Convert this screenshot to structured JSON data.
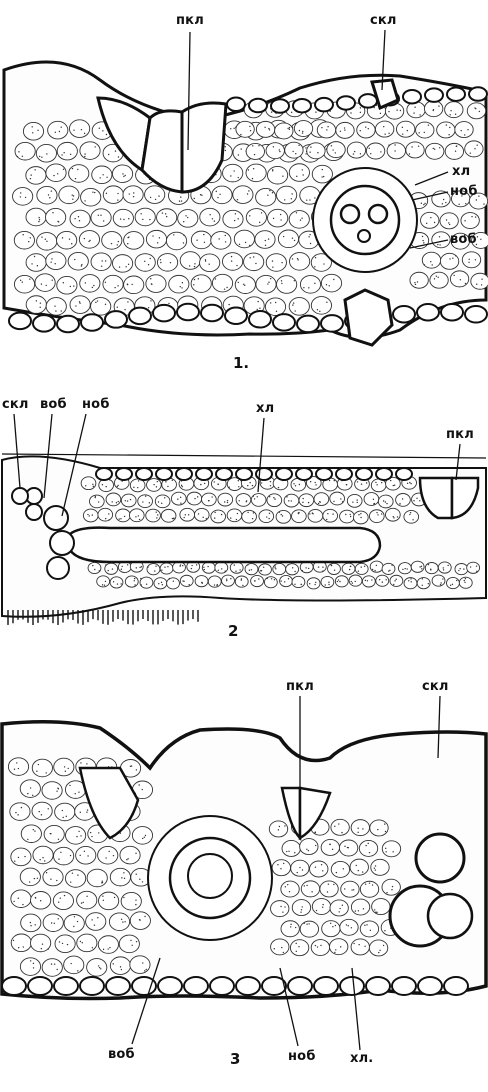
{
  "figure": {
    "panels": [
      {
        "number": "1.",
        "labels": {
          "pkl": "пкл",
          "skl": "скл",
          "khl": "хл",
          "nob": "ноб",
          "vob": "воб"
        }
      },
      {
        "number": "2",
        "labels": {
          "skl": "скл",
          "vob": "воб",
          "nob": "ноб",
          "khl": "хл",
          "pkl": "пкл"
        }
      },
      {
        "number": "3",
        "labels": {
          "pkl": "пкл",
          "skl": "скл",
          "vob": "воб",
          "nob": "ноб",
          "khl": "хл."
        }
      }
    ]
  }
}
